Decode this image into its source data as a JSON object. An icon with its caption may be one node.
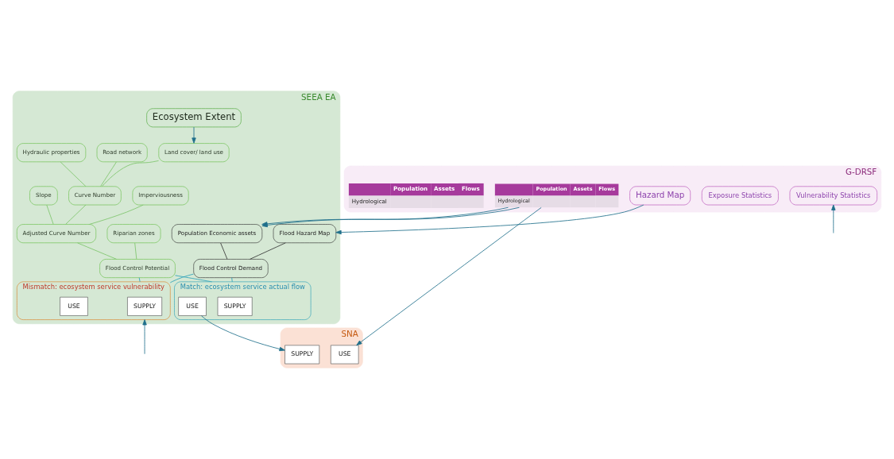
{
  "diagram": {
    "nodes": [
      {
        "text": [
          "SEEA EA"
        ]
      },
      {
        "text": [
          "Ecosystem Extent"
        ],
        "in": 0
      },
      {
        "text": [
          "Road network"
        ],
        "in": 0
      },
      {
        "text": [
          "Land cover/ land use"
        ],
        "in": 0
      },
      {
        "text": [
          "Hydraulic properties"
        ],
        "in": 0
      },
      {
        "text": [
          "Slope"
        ],
        "in": 0
      },
      {
        "text": [
          "Curve Number"
        ],
        "in": 0
      },
      {
        "text": [
          "Imperviousness"
        ],
        "in": 0
      },
      {
        "text": [
          "Riparian zones"
        ],
        "in": 0
      },
      {
        "text": [
          "Adjusted Curve Number"
        ],
        "in": 0
      },
      {
        "text": [
          "Flood Hazard Map"
        ],
        "in": 0
      },
      {
        "text": [
          "Population Economic assets"
        ],
        "in": 0
      },
      {
        "text": [
          "Flood Control Potential"
        ],
        "in": 0
      },
      {
        "text": [
          "Flood Control Demand"
        ],
        "in": 0
      },
      {
        "text": [
          "Mismatch: ecosystem service vulnerability"
        ],
        "in": 0
      },
      {
        "text": [
          "SUPPLY"
        ],
        "in": 14
      },
      {
        "text": [
          "USE"
        ],
        "in": 14
      },
      {
        "text": [
          "Match: ecosystem service actual flow"
        ],
        "in": 0
      },
      {
        "text": [
          "SUPPLY"
        ],
        "in": 17
      },
      {
        "text": [
          "USE"
        ],
        "in": 17
      },
      {
        "text": [
          "G-DRSF"
        ]
      },
      {
        "text": [
          "Hazard Map"
        ],
        "in": 20
      },
      {
        "text": [
          "Exposure Statistics"
        ],
        "in": 20
      },
      {
        "text": [
          "Population",
          "Assets",
          "Flows",
          "Hydrological"
        ],
        "in": 20
      },
      {
        "text": [
          "Vulnerability Statistics"
        ],
        "in": 20
      },
      {
        "text": [
          "Population",
          "Assets",
          "Flows",
          "Hydrological"
        ],
        "in": 20
      },
      {
        "text": [
          "SNA"
        ]
      },
      {
        "text": [
          "SUPPLY"
        ],
        "in": 26
      },
      {
        "text": [
          "USE"
        ],
        "in": 26
      }
    ],
    "edges": [
      {
        "from": 1,
        "to": 3,
        "arrow": "to"
      },
      {
        "from": 2,
        "to": 6,
        "arrow": "none",
        "color": "#7dc46a"
      },
      {
        "from": 3,
        "to": 6,
        "arrow": "none",
        "color": "#7dc46a"
      },
      {
        "from": 4,
        "to": 6,
        "arrow": "none",
        "color": "#7dc46a"
      },
      {
        "from": 5,
        "to": 9,
        "arrow": "none",
        "color": "#7dc46a"
      },
      {
        "from": 6,
        "to": 9,
        "arrow": "none",
        "color": "#7dc46a"
      },
      {
        "from": 7,
        "to": 9,
        "arrow": "none",
        "color": "#7dc46a"
      },
      {
        "from": 21,
        "to": 10,
        "arrow": "to"
      },
      {
        "from": 23,
        "to": 11,
        "arrow": "to"
      },
      {
        "from": 23,
        "to": 11,
        "arrow": "to"
      },
      {
        "from": 8,
        "to": 12,
        "arrow": "none",
        "color": "#7dc46a"
      },
      {
        "from": 9,
        "to": 12,
        "arrow": "none",
        "color": "#7dc46a"
      },
      {
        "from": 10,
        "to": 13,
        "arrow": "none",
        "color": "#333333"
      },
      {
        "from": 11,
        "to": 13,
        "arrow": "none",
        "color": "#333333"
      },
      {
        "from": 12,
        "to": 14,
        "arrow": "none",
        "color": "#2aa0b8"
      },
      {
        "from": 12,
        "to": 17,
        "arrow": "none",
        "color": "#2aa0b8"
      },
      {
        "from": 13,
        "to": 14,
        "arrow": "none",
        "color": "#2aa0b8"
      },
      {
        "from": 13,
        "to": 17,
        "arrow": "none",
        "color": "#2aa0b8"
      },
      {
        "from": 19,
        "to": 27,
        "arrow": "to"
      },
      {
        "from": 23,
        "to": 28,
        "arrow": "to"
      },
      {
        "from": null,
        "to": 24,
        "arrow": "to"
      },
      {
        "from": null,
        "to": 14,
        "arrow": "to"
      }
    ]
  }
}
